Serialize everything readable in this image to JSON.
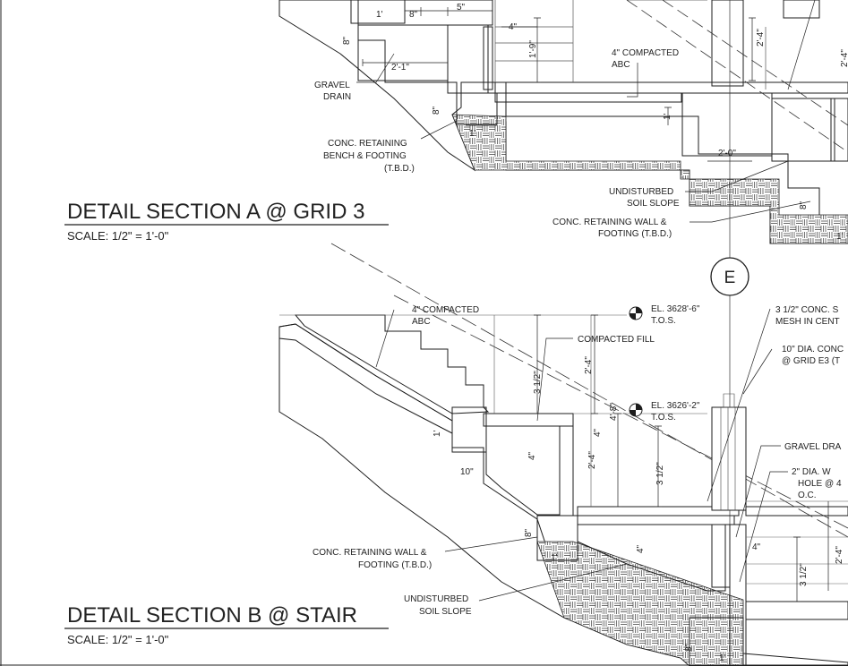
{
  "section_a": {
    "title": "DETAIL SECTION A @ GRID 3",
    "scale": "SCALE: 1/2\" = 1'-0\"",
    "notes": {
      "abc_1": "4\" COMPACTED",
      "abc_2": "ABC",
      "gravel_1": "GRAVEL",
      "gravel_2": "DRAIN",
      "bench_1": "CONC. RETAINING",
      "bench_2": "BENCH & FOOTING",
      "bench_3": "(T.B.D.)",
      "soil_1": "UNDISTURBED",
      "soil_2": "SOIL SLOPE",
      "wall_1": "CONC. RETAINING WALL &",
      "wall_2": "FOOTING (T.B.D.)"
    },
    "dims": {
      "d1": "1'",
      "d2": "8\"",
      "d3": "5\"",
      "d4": "4\"",
      "d5": "8\"",
      "d6": "1'-9\"",
      "d7": "2'-1\"",
      "d8": "8\"",
      "d9": "1'",
      "d10": "1'",
      "d11": "2'-0\"",
      "d12": "2'-4\"",
      "d13": "8\"",
      "d14": "1'",
      "d15": "2'-4\""
    }
  },
  "grid_bubble": {
    "label": "E"
  },
  "section_b": {
    "title": "DETAIL SECTION B @ STAIR",
    "scale": "SCALE: 1/2\" = 1'-0\"",
    "notes": {
      "abc_1": "4\" COMPACTED",
      "abc_2": "ABC",
      "el1_1": "EL. 3628'-6\"",
      "el1_2": "T.O.S.",
      "el2_1": "EL. 3626'-2\"",
      "el2_2": "T.O.S.",
      "compacted": "COMPACTED FILL",
      "conc_1": "3 1/2\" CONC. S",
      "conc_2": "MESH IN CENT",
      "pier_1": "10\" DIA. CONC",
      "pier_2": "@ GRID E3 (T",
      "gravel": "GRAVEL DRA",
      "weep_1": "2\" DIA. W",
      "weep_2": "HOLE @ 4",
      "weep_3": "O.C.",
      "wall_1": "CONC. RETAINING WALL &",
      "wall_2": "FOOTING (T.B.D.)",
      "soil_1": "UNDISTURBED",
      "soil_2": "SOIL SLOPE"
    },
    "dims": {
      "d1": "3 1/2\"",
      "d2": "2'-4\"",
      "d3": "4'-8\"",
      "d4": "2'-4\"",
      "d5": "4\"",
      "d6": "1'",
      "d7": "4\"",
      "d8": "10\"",
      "d9": "3 1/2\"",
      "d10": "8\"",
      "d11": "1'",
      "d12": "4\"",
      "d13": "4\"",
      "d14": "3 1/2\"",
      "d15": "2'-4\"",
      "d16": "8\"",
      "d17": "1'"
    }
  }
}
